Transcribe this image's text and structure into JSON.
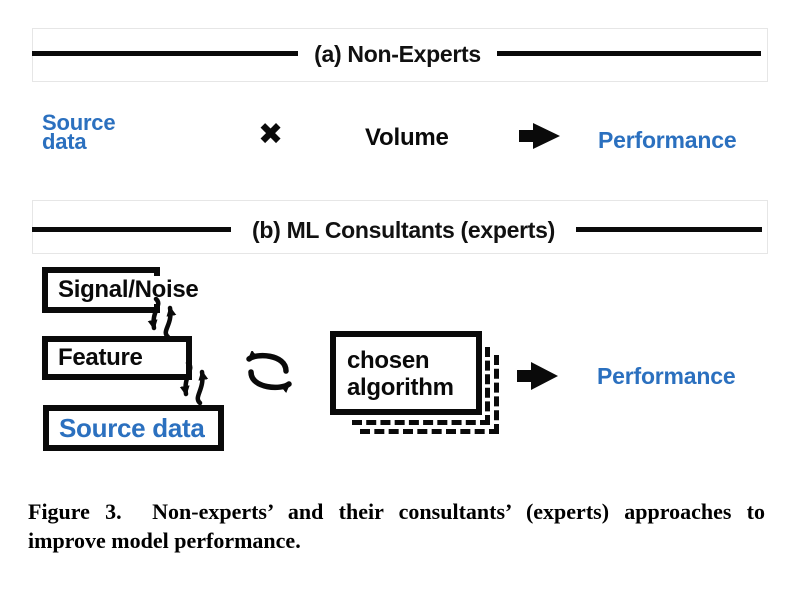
{
  "panel_a": {
    "title": "(a) Non-Experts",
    "source_label_line1": "Source",
    "source_label_line2": "data",
    "multiply_symbol": "✖",
    "volume_label": "Volume",
    "performance_label": "Performance"
  },
  "panel_b": {
    "title": "(b) ML Consultants (experts)",
    "box_signal_noise": "Signal/Noise",
    "box_feature": "Feature",
    "box_source_data": "Source data",
    "algo_line1": "chosen",
    "algo_line2": "algorithm",
    "performance_label": "Performance"
  },
  "caption": {
    "line1": "Figure 3.  Non-experts’ and their consultants’ (experts) approaches to",
    "line2": "improve model performance."
  },
  "colors": {
    "accent_blue": "#2b70bf",
    "ink_black": "#0a0a0a",
    "frame_gray": "#e6e6e6"
  }
}
